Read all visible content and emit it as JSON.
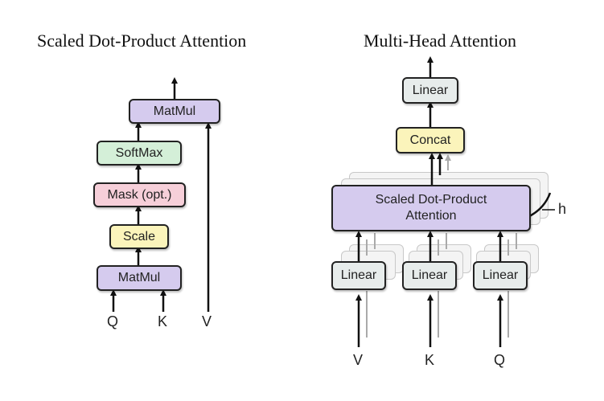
{
  "left": {
    "title": "Scaled Dot-Product Attention",
    "boxes": {
      "matmul_top": "MatMul",
      "softmax": "SoftMax",
      "mask": "Mask (opt.)",
      "scale": "Scale",
      "matmul_bottom": "MatMul"
    },
    "inputs": {
      "q": "Q",
      "k": "K",
      "v": "V"
    }
  },
  "right": {
    "title": "Multi-Head Attention",
    "boxes": {
      "linear_out": "Linear",
      "concat": "Concat",
      "sdpa": "Scaled Dot-Product Attention",
      "linear_v": "Linear",
      "linear_k": "Linear",
      "linear_q": "Linear"
    },
    "heads_label": "h",
    "inputs": {
      "v": "V",
      "k": "K",
      "q": "Q"
    }
  },
  "colors": {
    "matmul": "#d5cbee",
    "softmax": "#d4efd8",
    "mask": "#f6cfd9",
    "scale": "#fbf4bb",
    "linear": "#e7eceb",
    "concat": "#fbf4bb",
    "sdpa": "#d5cbee"
  }
}
